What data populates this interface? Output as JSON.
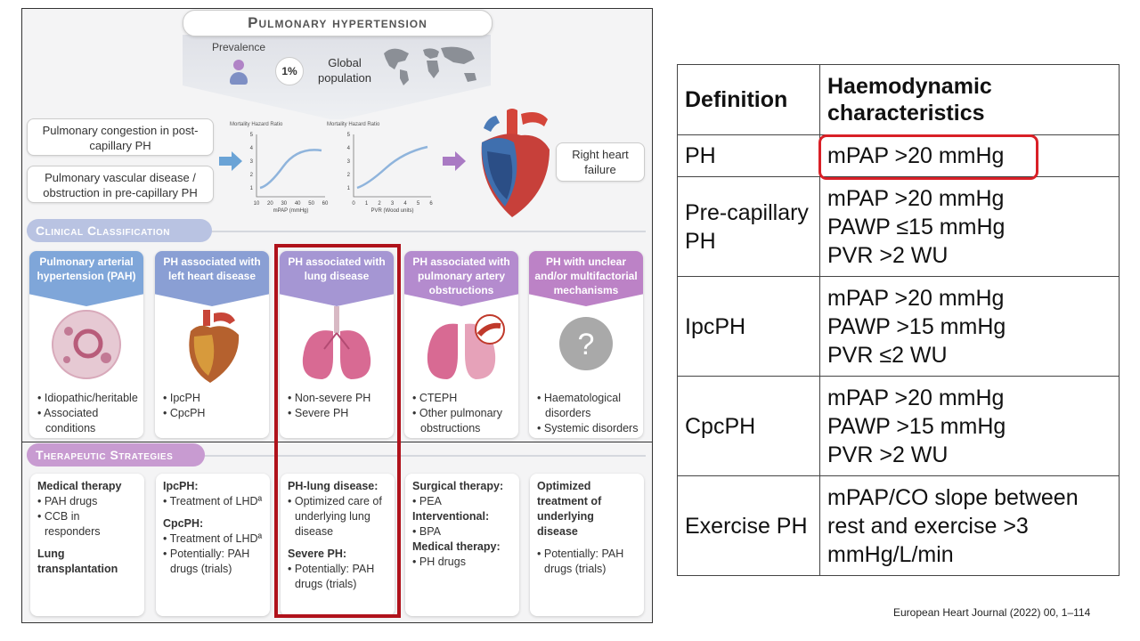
{
  "infographic": {
    "title": "Pulmonary hypertension",
    "prevalence_label": "Prevalence",
    "prevalence_value": "1%",
    "global_population": "Global population",
    "left_boxes": [
      "Pulmonary congestion in post-capillary PH",
      "Pulmonary vascular disease / obstruction in pre-capillary PH"
    ],
    "right_box": "Right heart failure",
    "mini_charts": [
      {
        "title": "Mortality Hazard Ratio",
        "xlabel": "mPAP (mmHg)",
        "x_ticks": [
          "10",
          "20",
          "30",
          "40",
          "50",
          "60"
        ],
        "y_ticks": [
          "1",
          "2",
          "3",
          "4",
          "5"
        ]
      },
      {
        "title": "Mortality Hazard Ratio",
        "xlabel": "PVR (Wood units)",
        "x_ticks": [
          "0",
          "1",
          "2",
          "3",
          "4",
          "5",
          "6"
        ],
        "y_ticks": [
          "1",
          "2",
          "3",
          "4",
          "5"
        ]
      }
    ],
    "clinical_classification": "Clinical Classification",
    "classes": [
      {
        "title": "Pulmonary arterial hypertension (PAH)",
        "color": "#7fa6d9",
        "bullets": [
          "Idiopathic/heritable",
          "Associated conditions"
        ]
      },
      {
        "title": "PH associated with left heart disease",
        "color": "#8a9fd4",
        "bullets": [
          "IpcPH",
          "CpcPH"
        ]
      },
      {
        "title": "PH associated with lung disease",
        "color": "#a596d3",
        "bullets": [
          "Non-severe PH",
          "Severe PH"
        ]
      },
      {
        "title": "PH associated with pulmonary artery obstructions",
        "color": "#b48bce",
        "bullets": [
          "CTEPH",
          "Other pulmonary obstructions"
        ]
      },
      {
        "title": "PH with unclear and/or multifactorial mechanisms",
        "color": "#bc82c6",
        "bullets": [
          "Haematological disorders",
          "Systemic disorders"
        ]
      }
    ],
    "therapeutic_strategies": "Therapeutic Strategies",
    "therapies": [
      {
        "heading1": "Medical therapy",
        "bullets1": [
          "PAH drugs",
          "CCB in responders"
        ],
        "heading2": "Lung transplantation",
        "bullets2": []
      },
      {
        "heading1": "IpcPH:",
        "bullets1": [
          "Treatment of LHDª"
        ],
        "heading2": "CpcPH:",
        "bullets2": [
          "Treatment of LHDª",
          "Potentially: PAH drugs (trials)"
        ]
      },
      {
        "heading1": "PH-lung disease:",
        "bullets1": [
          "Optimized care of underlying lung disease"
        ],
        "heading2": "Severe PH:",
        "bullets2": [
          "Potentially: PAH drugs (trials)"
        ]
      },
      {
        "heading1": "Surgical therapy:",
        "bullets1": [
          "PEA"
        ],
        "heading2": "Interventional:",
        "bullets2": [
          "BPA"
        ],
        "heading3": "Medical therapy:",
        "bullets3": [
          "PH drugs"
        ]
      },
      {
        "heading1": "Optimized treatment of underlying disease",
        "bullets1": [],
        "heading2": "",
        "bullets2": [
          "Potentially: PAH drugs (trials)"
        ]
      }
    ]
  },
  "table": {
    "headers": [
      "Definition",
      "Haemodynamic characteristics"
    ],
    "rows": [
      {
        "definition": "PH",
        "lines": [
          "mPAP >20 mmHg"
        ]
      },
      {
        "definition": "Pre-capillary PH",
        "lines": [
          "mPAP >20 mmHg",
          "PAWP ≤15 mmHg",
          "PVR >2 WU"
        ]
      },
      {
        "definition": "IpcPH",
        "lines": [
          "mPAP >20 mmHg",
          "PAWP >15 mmHg",
          "PVR ≤2 WU"
        ]
      },
      {
        "definition": "CpcPH",
        "lines": [
          "mPAP >20 mmHg",
          "PAWP >15 mmHg",
          "PVR >2 WU"
        ]
      },
      {
        "definition": "Exercise PH",
        "lines": [
          "mPAP/CO slope between rest and exercise >3 mmHg/L/min"
        ]
      }
    ]
  },
  "citation": "European Heart Journal (2022) 00, 1–114",
  "colors": {
    "highlight": "#b0121b",
    "table_highlight": "#d92027"
  }
}
